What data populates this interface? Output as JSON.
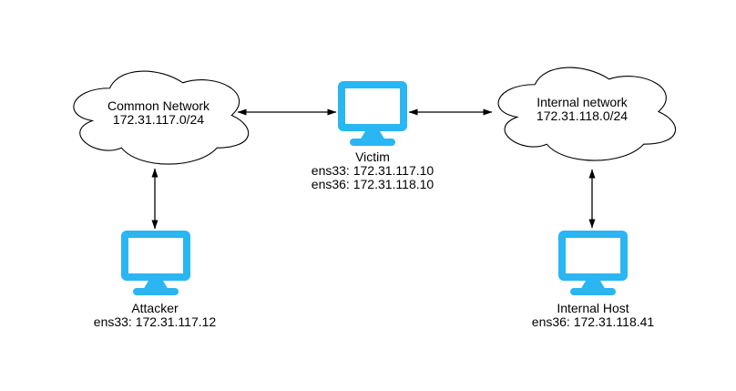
{
  "diagram": {
    "type": "network-topology",
    "colors": {
      "accent": "#29b6f2",
      "line": "#000000",
      "background": "#ffffff",
      "text": "#000000"
    },
    "clouds": [
      {
        "name": "Common Network",
        "subnet": "172.31.117.0/24"
      },
      {
        "name": "Internal network",
        "subnet": "172.31.118.0/24"
      }
    ],
    "hosts": [
      {
        "name": "Victim",
        "interfaces": [
          "ens33: 172.31.117.10",
          "ens36: 172.31.118.10"
        ]
      },
      {
        "name": "Attacker",
        "interfaces": [
          "ens33: 172.31.117.12"
        ]
      },
      {
        "name": "Internal Host",
        "interfaces": [
          "ens36: 172.31.118.41"
        ]
      }
    ],
    "links": [
      {
        "from": "Common Network",
        "to": "Victim",
        "style": "double-arrow"
      },
      {
        "from": "Victim",
        "to": "Internal network",
        "style": "double-arrow"
      },
      {
        "from": "Common Network",
        "to": "Attacker",
        "style": "double-arrow"
      },
      {
        "from": "Internal network",
        "to": "Internal Host",
        "style": "double-arrow"
      }
    ]
  }
}
